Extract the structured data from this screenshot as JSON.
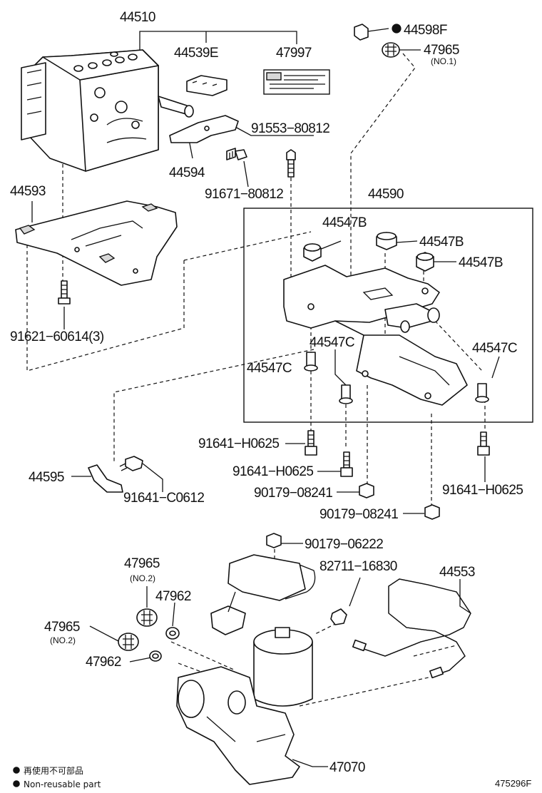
{
  "labels": {
    "p44510": "44510",
    "p44539e": "44539E",
    "p47997": "47997",
    "p44598f": "44598F",
    "p47965_top": "47965",
    "no1": "(NO.1)",
    "p91553": "91553−80812",
    "p44594": "44594",
    "p91671": "91671−80812",
    "p44593": "44593",
    "p44590": "44590",
    "p44547b_1": "44547B",
    "p44547b_2": "44547B",
    "p44547b_3": "44547B",
    "p44547c_1": "44547C",
    "p44547c_2": "44547C",
    "p44547c_3": "44547C",
    "p91621": "91621−60614(3)",
    "p91641h_1": "91641−H0625",
    "p91641h_2": "91641−H0625",
    "p91641h_3": "91641−H0625",
    "p44595": "44595",
    "p91641c": "91641−C0612",
    "p90179_1": "90179−08241",
    "p90179_2": "90179−08241",
    "p90179_3": "90179−06222",
    "p47965_mid": "47965",
    "no2_a": "(NO.2)",
    "p47962_1": "47962",
    "p47965_low": "47965",
    "no2_b": "(NO.2)",
    "p47962_2": "47962",
    "p82711": "82711−16830",
    "p44553": "44553",
    "p47070": "47070"
  },
  "legend": {
    "line1": "再使用不可部品",
    "line2": "Non-reusable part"
  },
  "figure_code": "475296F"
}
